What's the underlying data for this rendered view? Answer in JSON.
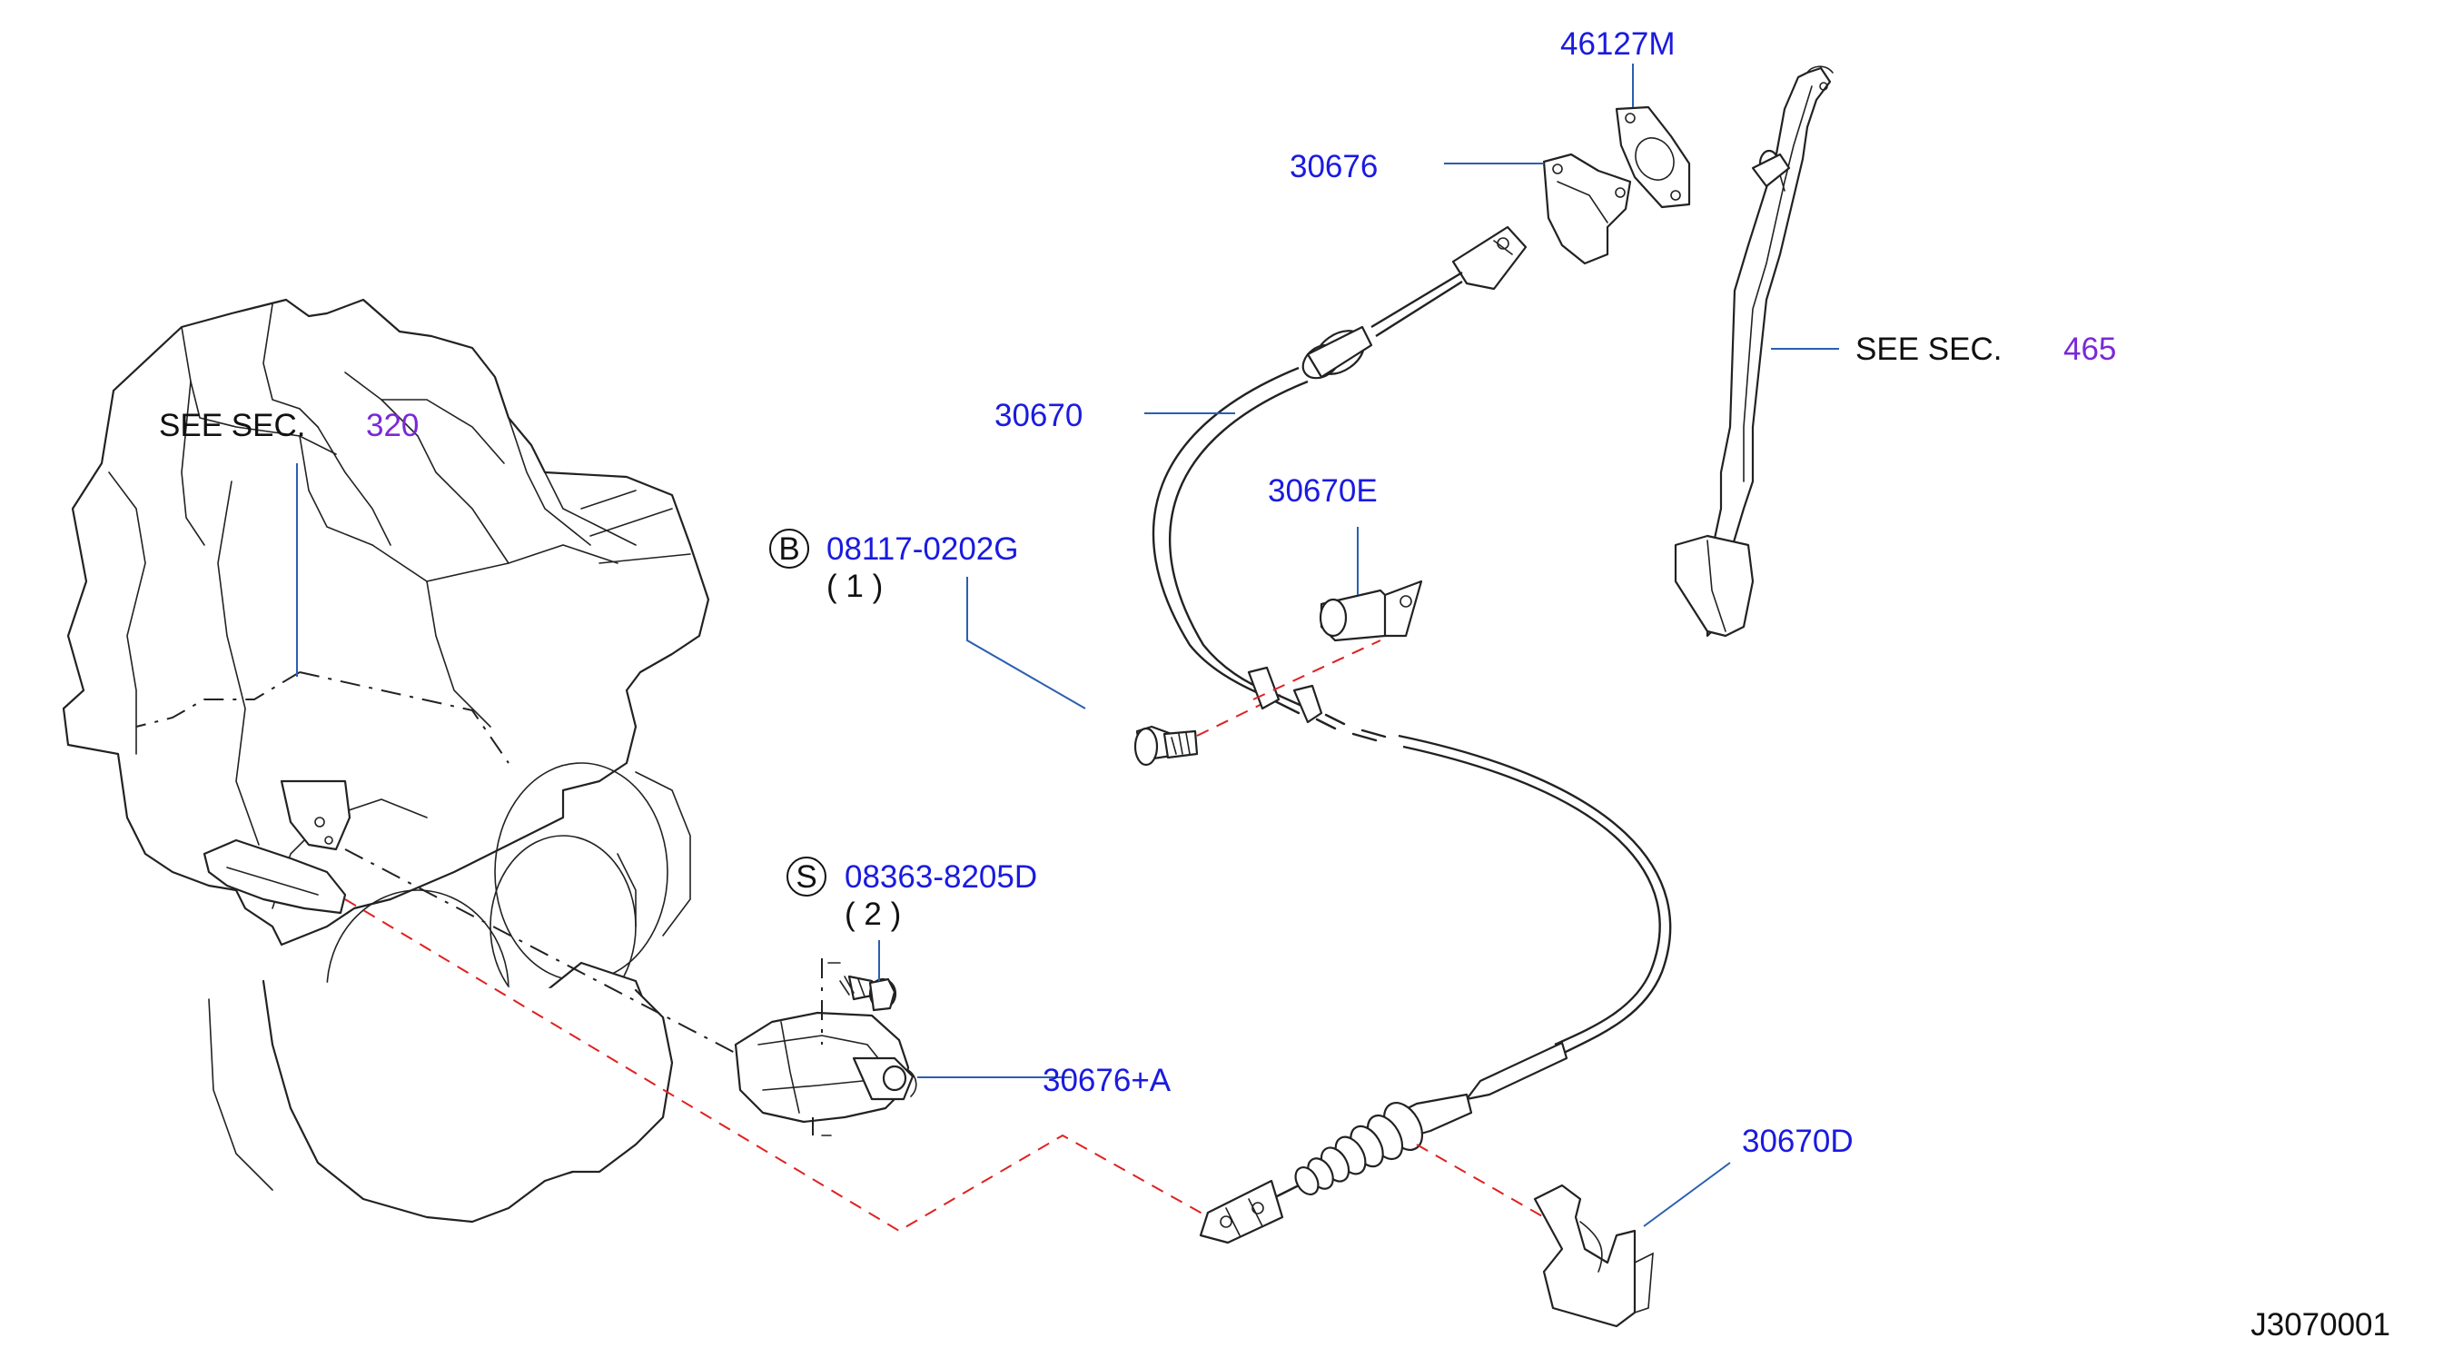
{
  "diagram_code": "J3070001",
  "see_sec_text": "SEE  SEC.",
  "references": {
    "transmission": {
      "sec": "320"
    },
    "pedal": {
      "sec": "465"
    }
  },
  "parts": {
    "gasket": "46127M",
    "bracket_upper": "30676",
    "cable_assy": "30670",
    "cable_clip_e": "30670E",
    "cable_clip_d": "30670D",
    "bracket_lower": "30676+A"
  },
  "bolts": {
    "bolt_b": {
      "symbol": "B",
      "number": "08117-0202G",
      "qty": "( 1 )"
    },
    "screw_s": {
      "symbol": "S",
      "number": "08363-8205D",
      "qty": "( 2 )"
    }
  },
  "colors": {
    "part_number": "#1a1ae0",
    "section_ref": "#7a28d8",
    "leader": "#2a5fb0",
    "phantom_red": "#e02020"
  }
}
